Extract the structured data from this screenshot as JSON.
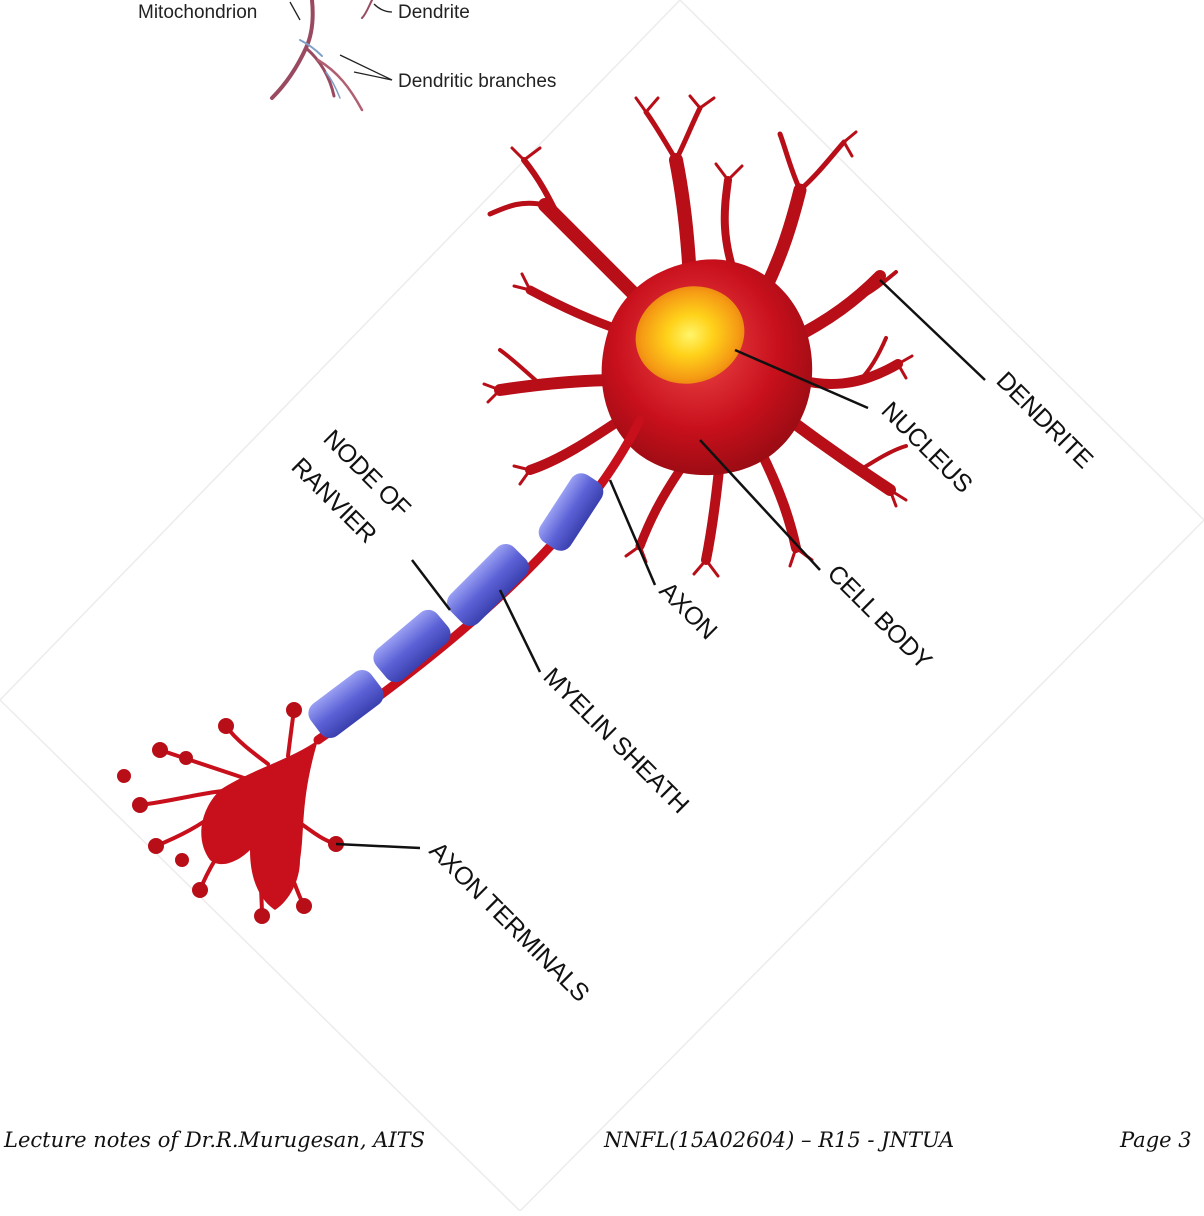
{
  "top_labels": {
    "mitochondrion": "Mitochondrion",
    "dendrite": "Dendrite",
    "dendritic_branches": "Dendritic branches"
  },
  "diagram_labels": {
    "dendrite": "DENDRITE",
    "nucleus": "NUCLEUS",
    "cell_body": "CELL BODY",
    "axon": "AXON",
    "myelin_sheath": "MYELIN SHEATH",
    "node_of_ranvier_line1": "NODE OF",
    "node_of_ranvier_line2": "RANVIER",
    "axon_terminals": "AXON TERMINALS"
  },
  "footer": {
    "left": "Lecture notes of Dr.R.Murugesan, AITS",
    "middle": "NNFL(15A02604) – R15 - JNTUA",
    "right": "Page 3"
  },
  "colors": {
    "neuron_red": "#c8101c",
    "neuron_dark": "#8a0a10",
    "myelin_blue": "#5c62d6",
    "nucleus_yellow": "#ffe81a",
    "nucleus_orange": "#f59a14"
  }
}
